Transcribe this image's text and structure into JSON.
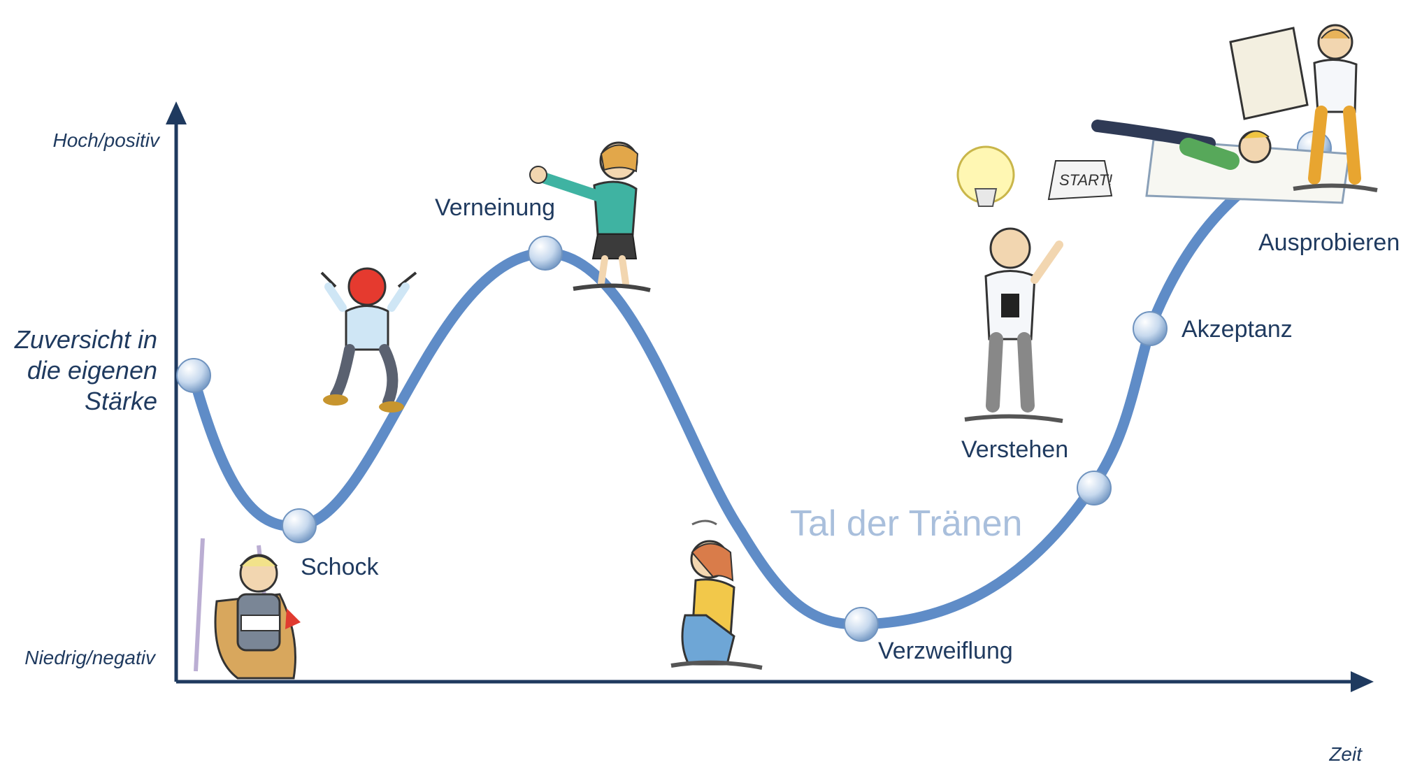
{
  "axes": {
    "y_high": "Hoch/positiv",
    "y_low": "Niedrig/negativ",
    "x_label": "Zeit",
    "y_title_lines": [
      "Zuversicht in",
      "die eigenen",
      "Stärke"
    ]
  },
  "stages": [
    {
      "label": "Schock"
    },
    {
      "label": "Verneinung"
    },
    {
      "label": "Verzweiflung"
    },
    {
      "label": "Verstehen"
    },
    {
      "label": "Akzeptanz"
    },
    {
      "label": "Ausprobieren"
    }
  ],
  "valley_label": "Tal der Tränen",
  "colors": {
    "axis": "#1f3a5f",
    "curve": "#5f8cc7",
    "marker_fill": "#cfdff0",
    "valley_text": "#a9bfdc"
  },
  "illustrations": [
    {
      "name": "shocked-woman-icon"
    },
    {
      "name": "angry-jumping-man-icon"
    },
    {
      "name": "denying-woman-icon"
    },
    {
      "name": "despairing-girl-icon"
    },
    {
      "name": "lightbulb-man-icon"
    },
    {
      "name": "flying-man-icon"
    },
    {
      "name": "map-man-icon"
    }
  ]
}
